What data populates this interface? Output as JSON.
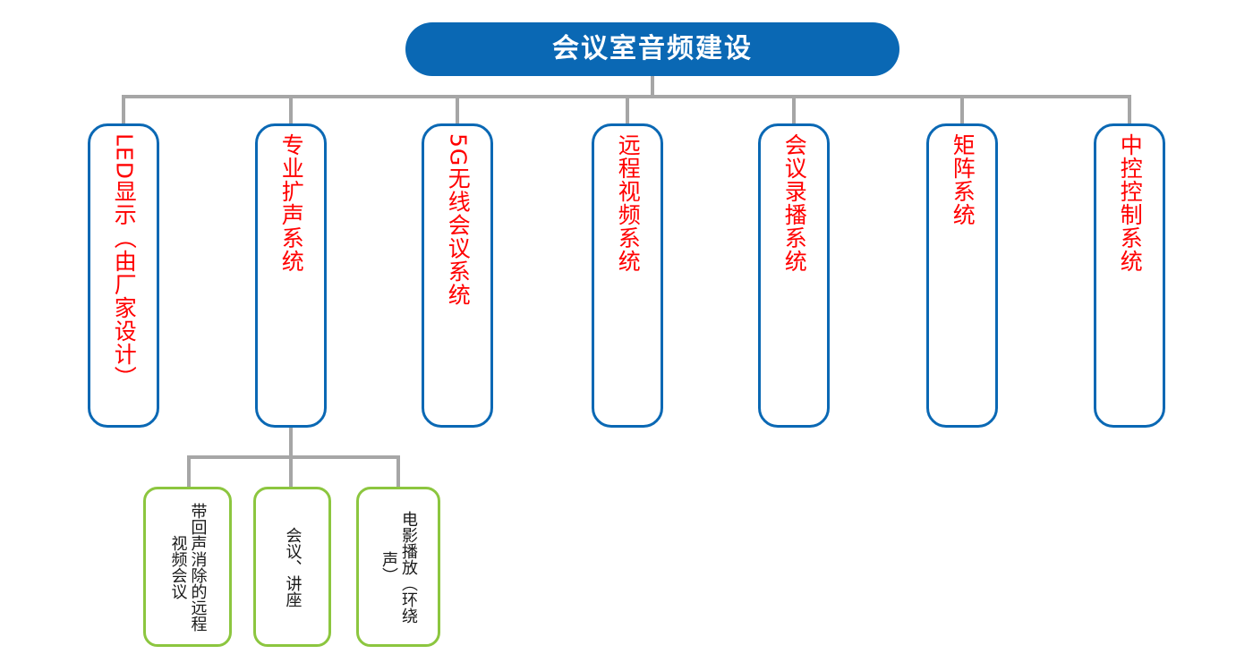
{
  "diagram": {
    "type": "organization-tree",
    "title": "会议室音频建设",
    "colors": {
      "root_fill": "#0a68b4",
      "root_text": "#ffffff",
      "level1_border": "#0a68b4",
      "level1_text": "#ff0000",
      "level2_border": "#8cc63f",
      "level2_text": "#1a1a1a",
      "connector": "#a6a6a6",
      "background": "#ffffff"
    }
  },
  "root": {
    "label": "会议室音频建设"
  },
  "level1": {
    "nodes": [
      {
        "id": "led-display",
        "label": "LED显示（由厂家设计）"
      },
      {
        "id": "pro-sound",
        "label": "专业扩声系统"
      },
      {
        "id": "5g-wireless",
        "label": "5G无线会议系统"
      },
      {
        "id": "remote-video",
        "label": "远程视频系统"
      },
      {
        "id": "conf-recording",
        "label": "会议录播系统"
      },
      {
        "id": "matrix-system",
        "label": "矩阵系统"
      },
      {
        "id": "central-control",
        "label": "中控控制系统"
      }
    ]
  },
  "level2": {
    "parent": "专业扩声系统",
    "nodes": [
      {
        "id": "aec-remote-conf",
        "label_col1": "带回声消除的",
        "label_col2": "远程视频会议",
        "label": "带回声消除的远程视频会议"
      },
      {
        "id": "meeting-lecture",
        "label": "会议、讲座"
      },
      {
        "id": "movie-playback",
        "label_col1": "电影播放",
        "label_col2": "（环绕声）",
        "label": "电影播放（环绕声）"
      }
    ]
  }
}
